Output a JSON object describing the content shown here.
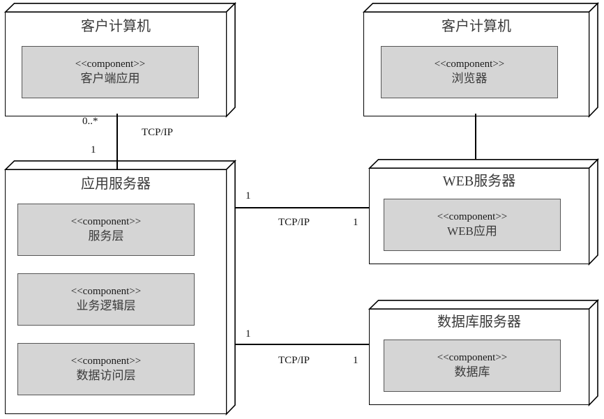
{
  "diagram": {
    "type": "uml-deployment-diagram",
    "stereotype_label": "<<component>>",
    "colors": {
      "node_fill": "#ffffff",
      "component_fill": "#d5d5d5",
      "node_border": "#000000",
      "component_border": "#555555",
      "title_text": "#3a3a3a",
      "label_text": "#111111",
      "background": "#ffffff"
    },
    "nodes": [
      {
        "id": "client-computer-app",
        "title": "客户计算机",
        "components": [
          {
            "stereotype": "<<component>>",
            "name": "客户端应用"
          }
        ]
      },
      {
        "id": "client-computer-browser",
        "title": "客户计算机",
        "components": [
          {
            "stereotype": "<<component>>",
            "name": "浏览器"
          }
        ]
      },
      {
        "id": "application-server",
        "title": "应用服务器",
        "components": [
          {
            "stereotype": "<<component>>",
            "name": "服务层"
          },
          {
            "stereotype": "<<component>>",
            "name": "业务逻辑层"
          },
          {
            "stereotype": "<<component>>",
            "name": "数据访问层"
          }
        ]
      },
      {
        "id": "web-server",
        "title": "WEB服务器",
        "components": [
          {
            "stereotype": "<<component>>",
            "name": "WEB应用"
          }
        ]
      },
      {
        "id": "database-server",
        "title": "数据库服务器",
        "components": [
          {
            "stereotype": "<<component>>",
            "name": "数据库"
          }
        ]
      }
    ],
    "connections": [
      {
        "id": "client-to-appserver",
        "from": "client-computer-app",
        "to": "application-server",
        "protocol": "TCP/IP",
        "multiplicity_source": "0..*",
        "multiplicity_target": "1"
      },
      {
        "id": "browser-to-webserver",
        "from": "client-computer-browser",
        "to": "web-server",
        "protocol": "",
        "multiplicity_source": "",
        "multiplicity_target": ""
      },
      {
        "id": "appserver-to-webserver",
        "from": "application-server",
        "to": "web-server",
        "protocol": "TCP/IP",
        "multiplicity_source": "1",
        "multiplicity_target": "1"
      },
      {
        "id": "appserver-to-dbserver",
        "from": "application-server",
        "to": "database-server",
        "protocol": "TCP/IP",
        "multiplicity_source": "1",
        "multiplicity_target": "1"
      }
    ]
  }
}
